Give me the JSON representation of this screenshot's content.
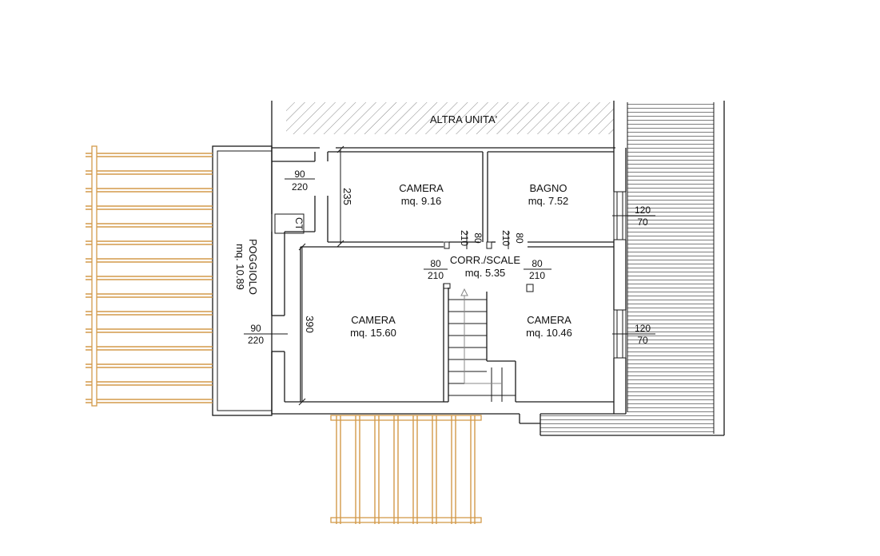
{
  "plan": {
    "other_unit_label": "ALTRA UNITA'",
    "rooms": [
      {
        "id": "camera-1",
        "name": "CAMERA",
        "area": "mq. 9.16"
      },
      {
        "id": "bagno",
        "name": "BAGNO",
        "area": "mq. 7.52"
      },
      {
        "id": "corridor",
        "name": "CORR./SCALE",
        "area": "mq. 5.35"
      },
      {
        "id": "camera-2",
        "name": "CAMERA",
        "area": "mq. 15.60"
      },
      {
        "id": "camera-3",
        "name": "CAMERA",
        "area": "mq. 10.46"
      },
      {
        "id": "poggiolo",
        "name": "POGGIOLO",
        "area": "mq. 10.89"
      }
    ],
    "ct_label": "CT",
    "dimensions": {
      "dim_235": "235",
      "dim_390": "390"
    },
    "openings": [
      {
        "id": "door-poggiolo-top",
        "width": "90",
        "height": "220"
      },
      {
        "id": "door-poggiolo-bottom",
        "width": "90",
        "height": "220"
      },
      {
        "id": "door-camera-1",
        "width": "80",
        "height": "210"
      },
      {
        "id": "door-bagno",
        "width": "80",
        "height": "210"
      },
      {
        "id": "door-camera-2",
        "width": "80",
        "height": "210"
      },
      {
        "id": "door-camera-3",
        "width": "80",
        "height": "210"
      },
      {
        "id": "window-bagno",
        "width": "120",
        "height": "70"
      },
      {
        "id": "window-camera-3",
        "width": "120",
        "height": "70"
      }
    ],
    "colors": {
      "walls": "#1a1a1a",
      "pergola": "#d39a4a",
      "hatch": "#8a8a8a"
    }
  }
}
